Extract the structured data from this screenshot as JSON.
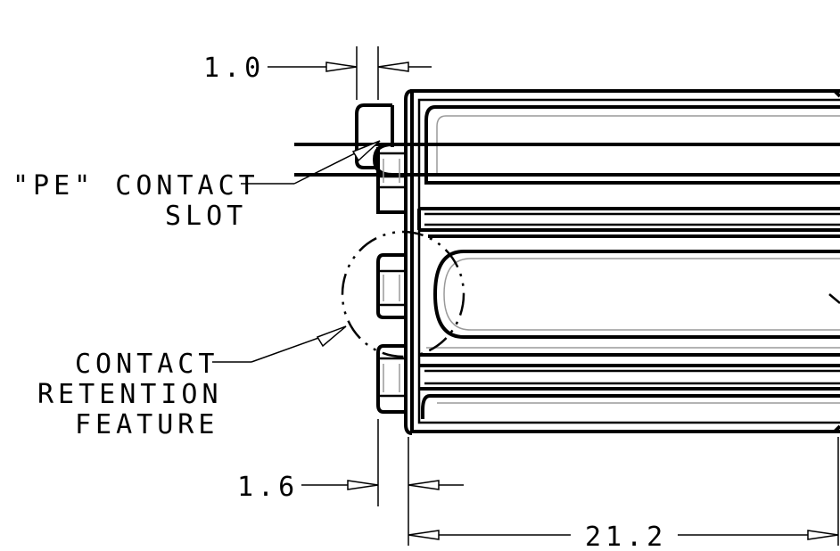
{
  "dimensions": {
    "top_gap": "1.0",
    "bottom_gap": "1.6",
    "overall_length": "21.2"
  },
  "callouts": {
    "pe_slot_line1": "\"PE\" CONTACT",
    "pe_slot_line2": "SLOT",
    "retention_line1": "CONTACT",
    "retention_line2": "RETENTION",
    "retention_line3": "FEATURE"
  }
}
